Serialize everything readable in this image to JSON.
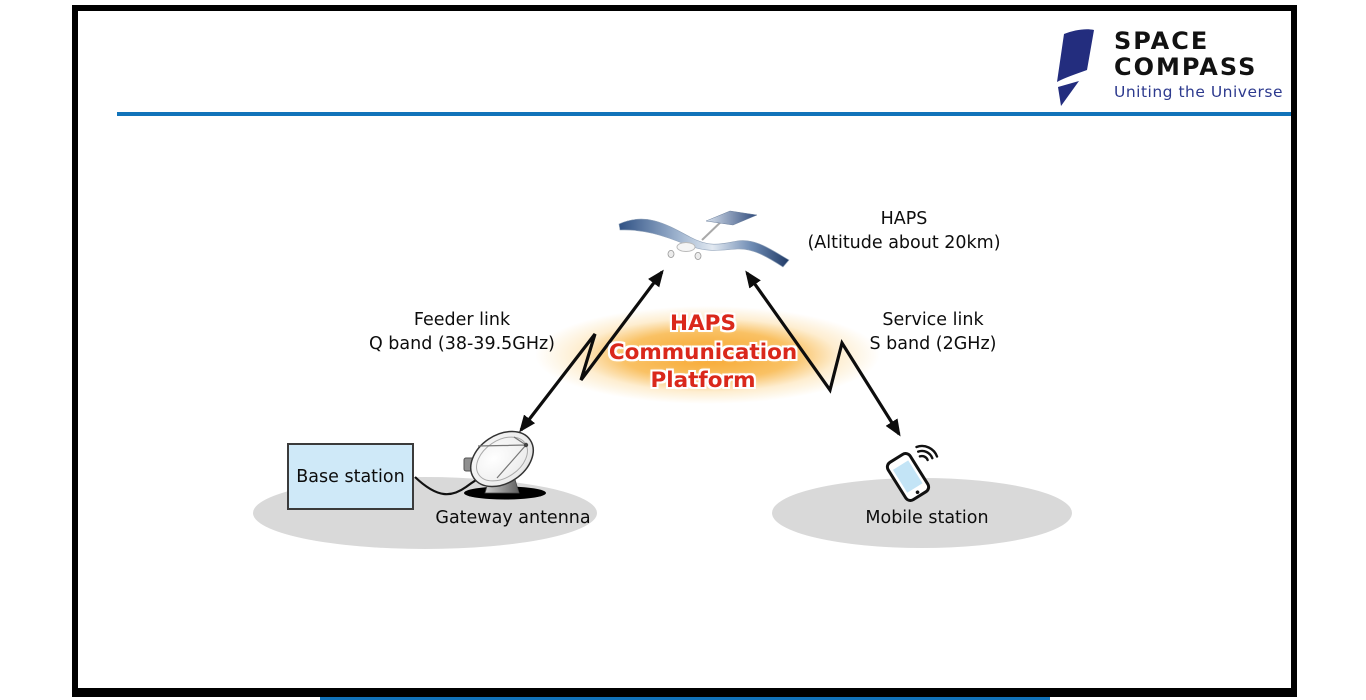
{
  "logo": {
    "line1": "SPACE",
    "line2": "COMPASS",
    "tagline": "Uniting the Universe"
  },
  "haps": {
    "name": "HAPS",
    "altitude": "(Altitude about 20km)"
  },
  "platform": {
    "line1": "HAPS",
    "line2": "Communication",
    "line3": "Platform"
  },
  "feeder_link": {
    "line1": "Feeder link",
    "line2": "Q band (38-39.5GHz)"
  },
  "service_link": {
    "line1": "Service link",
    "line2": "S band (2GHz)"
  },
  "ground_left": {
    "base_station_label": "Base station",
    "label": "Gateway antenna"
  },
  "ground_right": {
    "label": "Mobile station"
  },
  "colors": {
    "accent_blue": "#1173ba",
    "platform_red": "#da281b",
    "glow_orange": "#f6a41f",
    "logo_navy": "#232d7e",
    "ground_gray": "#d9d9d9",
    "base_box_blue": "#cfe9f8",
    "frame_black": "#000000"
  }
}
